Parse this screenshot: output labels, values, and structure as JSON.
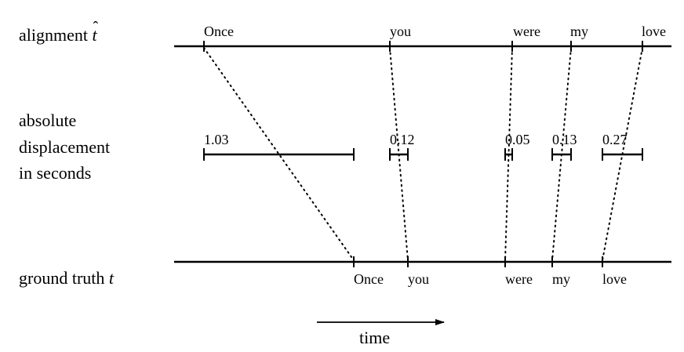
{
  "labels": {
    "alignment": "alignment",
    "alignment_symbol": "t",
    "displacement_line1": "absolute",
    "displacement_line2": "displacement",
    "displacement_line3": "in seconds",
    "ground_truth": "ground truth",
    "ground_truth_symbol": "t",
    "time": "time"
  },
  "words": [
    {
      "word": "Once",
      "alignment": "Once",
      "ground_truth": "Once",
      "displacement_label": "1.03",
      "displacement": 1.03
    },
    {
      "word": "you",
      "alignment": "you",
      "ground_truth": "you",
      "displacement_label": "0.12",
      "displacement": 0.12
    },
    {
      "word": "were",
      "alignment": "were",
      "ground_truth": "were",
      "displacement_label": "0.05",
      "displacement": 0.05
    },
    {
      "word": "my",
      "alignment": "my",
      "ground_truth": "my",
      "displacement_label": "0.13",
      "displacement": 0.13
    },
    {
      "word": "love",
      "alignment": "love",
      "ground_truth": "love",
      "displacement_label": "0.27",
      "displacement": 0.27
    }
  ],
  "colors": {
    "ink": "#000000",
    "background": "#ffffff"
  }
}
